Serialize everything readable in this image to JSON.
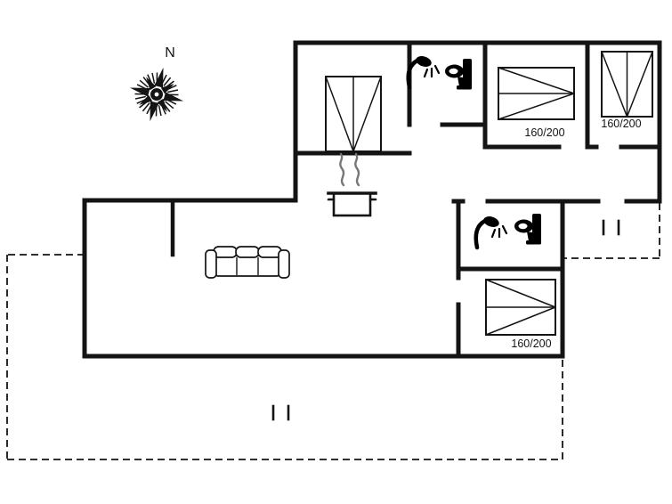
{
  "plan": {
    "compass": {
      "label": "N"
    },
    "bed_labels": [
      {
        "room": "bedroom-top-middle",
        "text": "160/200"
      },
      {
        "room": "bedroom-top-right",
        "text": "160/200"
      },
      {
        "room": "bedroom-bottom-right",
        "text": "160/200"
      }
    ],
    "icons": [
      "compass-rose-icon",
      "shower-icon",
      "toilet-icon",
      "stove-pot-icon",
      "sofa-icon",
      "double-bed-icon",
      "terrace-door-marker"
    ],
    "colors": {
      "walls": "#141414",
      "background": "#ffffff",
      "fixtures": "#000000",
      "steam": "#777777"
    }
  }
}
